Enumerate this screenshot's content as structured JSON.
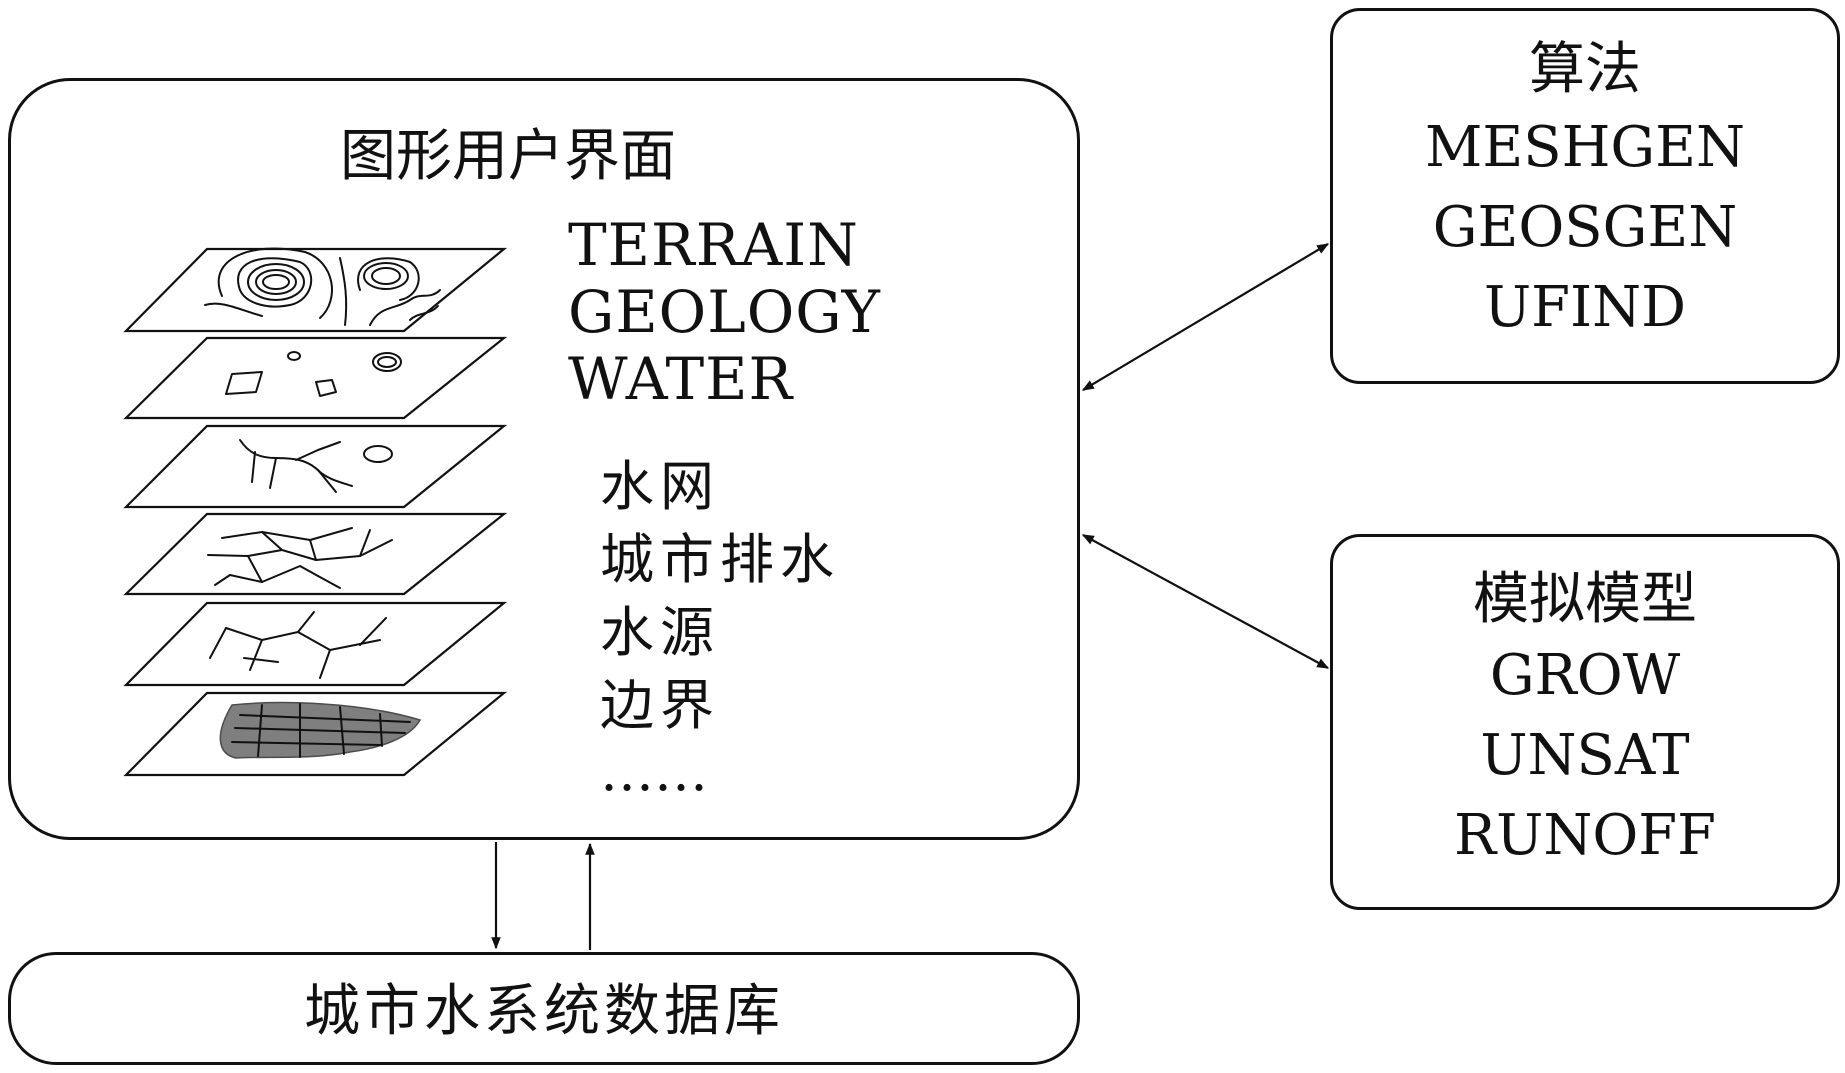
{
  "gui": {
    "title": "图形用户界面",
    "layers_en": [
      "TERRAIN",
      "GEOLOGY",
      "WATER"
    ],
    "layers_zh": [
      "水网",
      "城市排水",
      "水源",
      "边界",
      "……"
    ]
  },
  "algorithms": {
    "title": "算法",
    "items": [
      "MESHGEN",
      "GEOSGEN",
      "UFIND"
    ]
  },
  "simulation": {
    "title": "模拟模型",
    "items": [
      "GROW",
      "UNSAT",
      "RUNOFF"
    ]
  },
  "database": {
    "label": "城市水系统数据库"
  }
}
